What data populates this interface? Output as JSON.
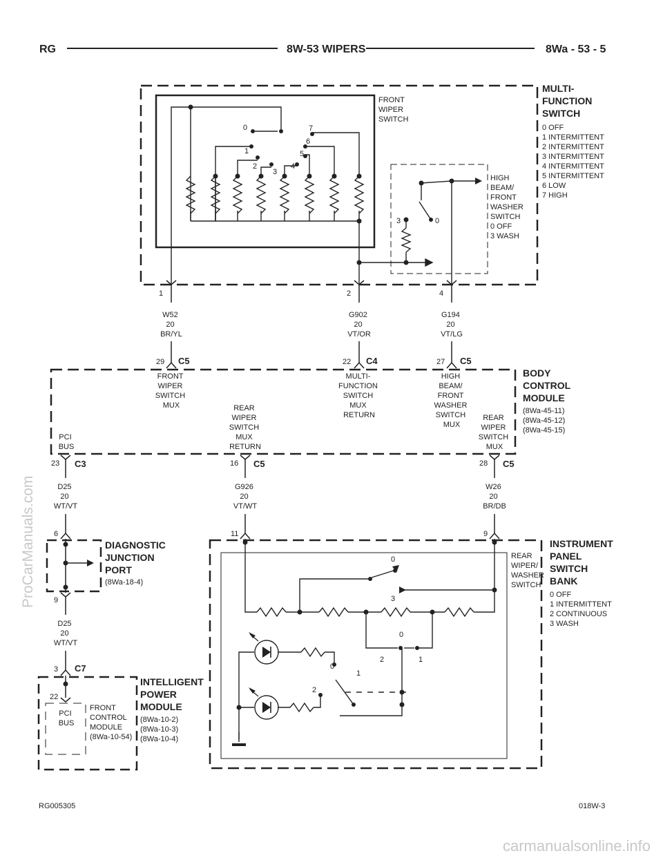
{
  "header": {
    "left": "RG",
    "center": "8W-53 WIPERS",
    "right": "8Wa - 53 - 5"
  },
  "footer": {
    "left": "RG005305",
    "right": "018W-3"
  },
  "watermarks": {
    "side": "ProCarManuals.com",
    "bottom": "carmanualsonline.info"
  },
  "multifunction_switch": {
    "title": [
      "MULTI-",
      "FUNCTION",
      "SWITCH"
    ],
    "positions": [
      "0 OFF",
      "1 INTERMITTENT",
      "2 INTERMITTENT",
      "3 INTERMITTENT",
      "4 INTERMITTENT",
      "5 INTERMITTENT",
      "6 LOW",
      "7 HIGH"
    ],
    "front_wiper_switch": [
      "FRONT",
      "WIPER",
      "SWITCH"
    ],
    "switch_numbers": [
      "0",
      "1",
      "2",
      "3",
      "4",
      "5",
      "6",
      "7"
    ],
    "high_beam_switch": [
      "HIGH",
      "BEAM/",
      "FRONT",
      "WASHER",
      "SWITCH",
      "0 OFF",
      "3 WASH"
    ],
    "high_beam_positions": [
      "3",
      "0"
    ]
  },
  "upper_wires": [
    {
      "pin": "1",
      "color": "W52",
      "gauge": "20",
      "code": "BR/YL"
    },
    {
      "pin": "2",
      "color": "G902",
      "gauge": "20",
      "code": "VT/OR"
    },
    {
      "pin": "4",
      "color": "G194",
      "gauge": "20",
      "code": "VT/LG"
    }
  ],
  "body_control_module": {
    "title": [
      "BODY",
      "CONTROL",
      "MODULE"
    ],
    "refs": [
      "(8Wa-45-11)",
      "(8Wa-45-12)",
      "(8Wa-45-15)"
    ],
    "top_pins": [
      {
        "pin": "29",
        "conn": "C5",
        "label": [
          "FRONT",
          "WIPER",
          "SWITCH",
          "MUX"
        ]
      },
      {
        "pin": "22",
        "conn": "C4",
        "label": [
          "MULTI-",
          "FUNCTION",
          "SWITCH",
          "MUX",
          "RETURN"
        ]
      },
      {
        "pin": "27",
        "conn": "C5",
        "label": [
          "HIGH",
          "BEAM/",
          "FRONT",
          "WASHER",
          "SWITCH",
          "MUX"
        ]
      }
    ],
    "bottom_pins": [
      {
        "pin": "23",
        "conn": "C3",
        "label": [
          "PCI",
          "BUS"
        ]
      },
      {
        "pin": "16",
        "conn": "C5",
        "label": [
          "REAR",
          "WIPER",
          "SWITCH",
          "MUX",
          "RETURN"
        ]
      },
      {
        "pin": "28",
        "conn": "C5",
        "label": [
          "REAR",
          "WIPER",
          "SWITCH",
          "MUX"
        ]
      }
    ]
  },
  "lower_wires": [
    {
      "color": "D25",
      "gauge": "20",
      "code": "WT/VT"
    },
    {
      "color": "G926",
      "gauge": "20",
      "code": "VT/WT"
    },
    {
      "color": "W26",
      "gauge": "20",
      "code": "BR/DB"
    }
  ],
  "diagnostic_port": {
    "title": [
      "DIAGNOSTIC",
      "JUNCTION",
      "PORT"
    ],
    "ref": "(8Wa-18-4)",
    "pin_top": "6",
    "pin_bottom": "9",
    "wire_below": {
      "color": "D25",
      "gauge": "20",
      "code": "WT/VT"
    }
  },
  "power_module": {
    "title": [
      "INTELLIGENT",
      "POWER",
      "MODULE"
    ],
    "refs": [
      "(8Wa-10-2)",
      "(8Wa-10-3)",
      "(8Wa-10-4)"
    ],
    "pin": "3",
    "conn": "C7",
    "inner_pin": "22",
    "pci_label": [
      "PCI",
      "BUS"
    ],
    "fcm_label": [
      "FRONT",
      "CONTROL",
      "MODULE",
      "(8Wa-10-54)"
    ]
  },
  "instrument_panel": {
    "title": [
      "INSTRUMENT",
      "PANEL",
      "SWITCH",
      "BANK"
    ],
    "positions": [
      "0 OFF",
      "1 INTERMITTENT",
      "2 CONTINUOUS",
      "3 WASH"
    ],
    "pin_left": "11",
    "pin_right": "9",
    "rear_switch": [
      "REAR",
      "WIPER/",
      "WASHER",
      "SWITCH"
    ],
    "switch_numbers": [
      "0",
      "3",
      "0",
      "2",
      "1",
      "0",
      "1",
      "2"
    ]
  }
}
